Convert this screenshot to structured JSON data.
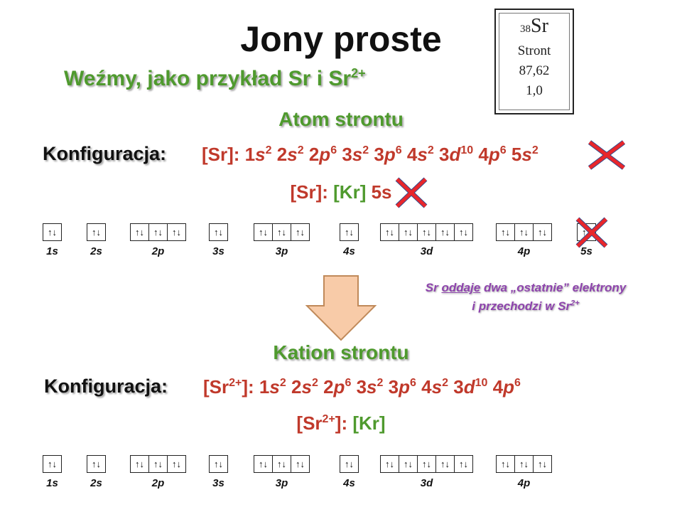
{
  "slide": {
    "title": "Jony proste",
    "subtitle_main": "Weźmy, jako przykład Sr i Sr",
    "subtitle_sup": "2+"
  },
  "element_card": {
    "atomic_number": "38",
    "symbol": "Sr",
    "name": "Stront",
    "atomic_mass": "87,62",
    "electronegativity": "1,0"
  },
  "atom": {
    "heading": "Atom strontu",
    "config_label": "Konfiguracja:",
    "species": "[Sr]",
    "full_config": [
      "1s2",
      "2s2",
      "2p6",
      "3s2",
      "3p6",
      "4s2",
      "3d10",
      "4p6",
      "5s2"
    ],
    "short_species": "[Sr]:",
    "short_core": "[Kr]",
    "short_tail": "5s"
  },
  "cation": {
    "heading": "Kation strontu",
    "config_label": "Konfiguracja:",
    "species_main": "[Sr",
    "species_sup": "2+",
    "full_config": [
      "1s2",
      "2s2",
      "2p6",
      "3s2",
      "3p6",
      "4s2",
      "3d10",
      "4p6"
    ],
    "short_core": "[Kr]"
  },
  "orbitals": {
    "pair_symbol": "↑↓",
    "atom_labels": [
      "1s",
      "2s",
      "2p",
      "3s",
      "3p",
      "4s",
      "3d",
      "4p",
      "5s"
    ],
    "cation_labels": [
      "1s",
      "2s",
      "2p",
      "3s",
      "3p",
      "4s",
      "3d",
      "4p"
    ]
  },
  "note": {
    "line1_pre": "Sr ",
    "line1_underlined": "oddaje",
    "line1_post": " dwa „ostatnie” elektrony",
    "line2_main": "i przechodzi w Sr",
    "line2_sup": "2+"
  },
  "colors": {
    "green_heading": "#4f9a2e",
    "config_red": "#c0392b",
    "note_purple": "#8e44ad",
    "cross_red": "#e8262b",
    "cross_blue": "#2e4d8f",
    "arrow_fill": "#f8cba8",
    "arrow_stroke": "#c08a5a"
  }
}
